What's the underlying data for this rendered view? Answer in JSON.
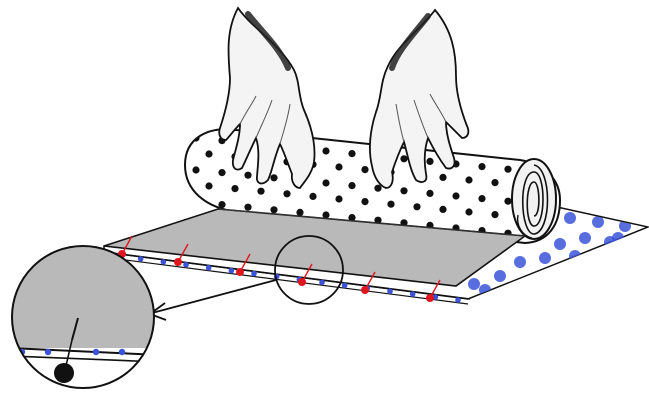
{
  "diagram": {
    "elements": [
      {
        "id": "hand-left",
        "kind": "hand"
      },
      {
        "id": "hand-right",
        "kind": "hand"
      },
      {
        "id": "batting-roll",
        "kind": "rolled-fabric"
      },
      {
        "id": "gray-panel",
        "kind": "flat-fabric"
      },
      {
        "id": "printed-backing",
        "kind": "flat-fabric"
      },
      {
        "id": "pins",
        "kind": "pin-row"
      },
      {
        "id": "magnifier",
        "kind": "detail-callout"
      }
    ],
    "colors": {
      "panel": "#b9b9b9",
      "outline": "#111111",
      "roll_dots": "#111111",
      "backing_dots": "#3b53d8",
      "pins": "#e0161f",
      "skin": "#f4f4f4"
    },
    "counts": {
      "pins_on_edge": 6,
      "blue_backing_dots": 20
    }
  }
}
